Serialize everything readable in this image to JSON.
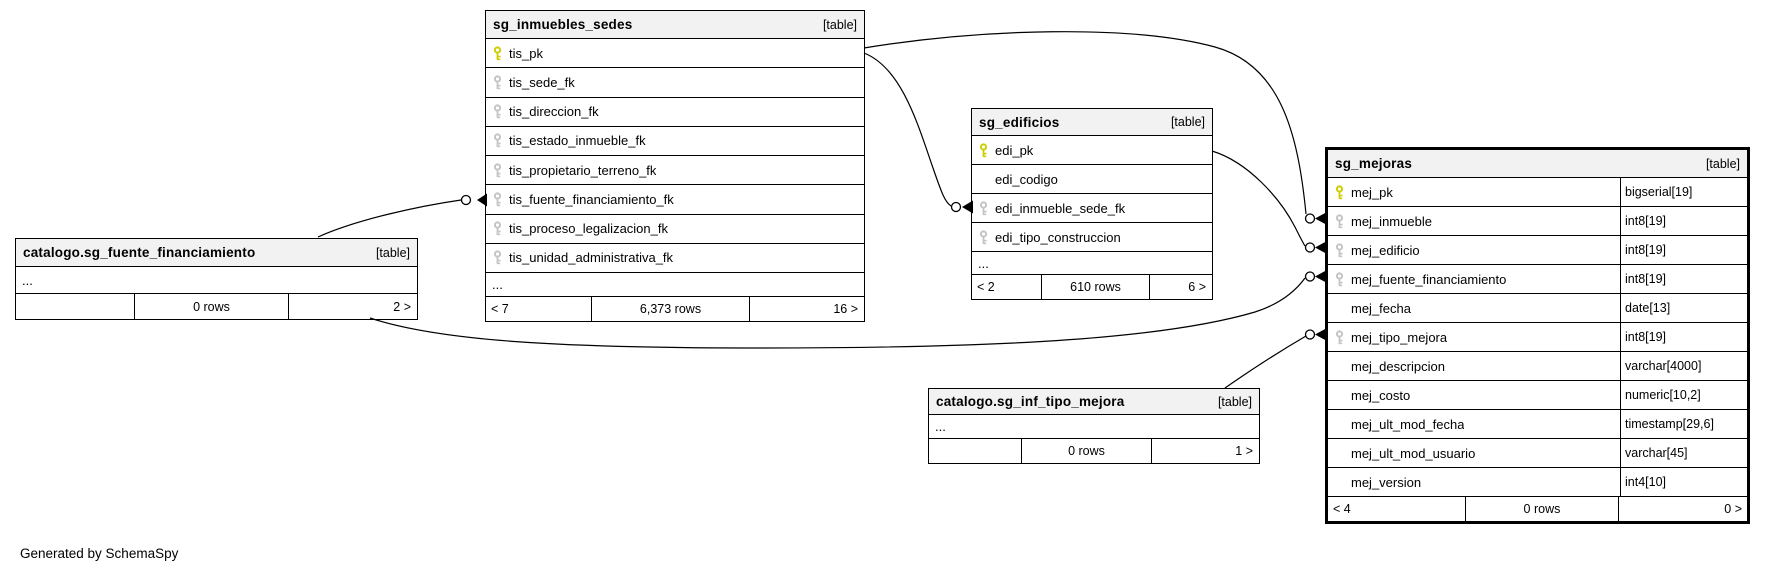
{
  "diagram": {
    "generator_note": "Generated by SchemaSpy"
  },
  "colors": {
    "pk_key": "#cdcd00",
    "fk_key": "#c4c4c4",
    "header_bg": "#f2f2f2",
    "line": "#000000"
  },
  "tables": [
    {
      "id": "sg_inmuebles_sedes",
      "title": "sg_inmuebles_sedes",
      "badge": "[table]",
      "columns": [
        {
          "name": "tis_pk",
          "key": "pk"
        },
        {
          "name": "tis_sede_fk",
          "key": "fk"
        },
        {
          "name": "tis_direccion_fk",
          "key": "fk"
        },
        {
          "name": "tis_estado_inmueble_fk",
          "key": "fk"
        },
        {
          "name": "tis_propietario_terreno_fk",
          "key": "fk"
        },
        {
          "name": "tis_fuente_financiamiento_fk",
          "key": "fk"
        },
        {
          "name": "tis_proceso_legalizacion_fk",
          "key": "fk"
        },
        {
          "name": "tis_unidad_administrativa_fk",
          "key": "fk"
        }
      ],
      "ellipsis": "...",
      "footer": {
        "left": "< 7",
        "center": "6,373 rows",
        "right": "16 >"
      }
    },
    {
      "id": "sg_edificios",
      "title": "sg_edificios",
      "badge": "[table]",
      "columns": [
        {
          "name": "edi_pk",
          "key": "pk"
        },
        {
          "name": "edi_codigo",
          "key": ""
        },
        {
          "name": "edi_inmueble_sede_fk",
          "key": "fk"
        },
        {
          "name": "edi_tipo_construccion",
          "key": "fk"
        }
      ],
      "ellipsis": "...",
      "footer": {
        "left": "< 2",
        "center": "610 rows",
        "right": "6 >"
      }
    },
    {
      "id": "sg_mejoras",
      "title": "sg_mejoras",
      "badge": "[table]",
      "columns": [
        {
          "name": "mej_pk",
          "key": "pk",
          "type": "bigserial[19]"
        },
        {
          "name": "mej_inmueble",
          "key": "fk",
          "type": "int8[19]"
        },
        {
          "name": "mej_edificio",
          "key": "fk",
          "type": "int8[19]"
        },
        {
          "name": "mej_fuente_financiamiento",
          "key": "fk",
          "type": "int8[19]"
        },
        {
          "name": "mej_fecha",
          "key": "",
          "type": "date[13]"
        },
        {
          "name": "mej_tipo_mejora",
          "key": "fk",
          "type": "int8[19]"
        },
        {
          "name": "mej_descripcion",
          "key": "",
          "type": "varchar[4000]"
        },
        {
          "name": "mej_costo",
          "key": "",
          "type": "numeric[10,2]"
        },
        {
          "name": "mej_ult_mod_fecha",
          "key": "",
          "type": "timestamp[29,6]"
        },
        {
          "name": "mej_ult_mod_usuario",
          "key": "",
          "type": "varchar[45]"
        },
        {
          "name": "mej_version",
          "key": "",
          "type": "int4[10]"
        }
      ],
      "footer": {
        "left": "< 4",
        "center": "0 rows",
        "right": "0 >"
      }
    },
    {
      "id": "catalogo.sg_fuente_financiamiento",
      "title": "catalogo.sg_fuente_financiamiento",
      "badge": "[table]",
      "columns": [],
      "ellipsis": "...",
      "footer": {
        "left": "",
        "center": "0 rows",
        "right": "2 >"
      }
    },
    {
      "id": "catalogo.sg_inf_tipo_mejora",
      "title": "catalogo.sg_inf_tipo_mejora",
      "badge": "[table]",
      "columns": [],
      "ellipsis": "...",
      "footer": {
        "left": "",
        "center": "0 rows",
        "right": "1 >"
      }
    }
  ],
  "relationships": [
    {
      "from": "sg_inmuebles_sedes.tis_pk",
      "to": "sg_edificios.edi_inmueble_sede_fk"
    },
    {
      "from": "sg_inmuebles_sedes.tis_pk",
      "to": "sg_mejoras.mej_inmueble"
    },
    {
      "from": "sg_edificios.edi_pk",
      "to": "sg_mejoras.mej_edificio"
    },
    {
      "from": "catalogo.sg_fuente_financiamiento",
      "to": "sg_inmuebles_sedes.tis_fuente_financiamiento_fk"
    },
    {
      "from": "catalogo.sg_fuente_financiamiento",
      "to": "sg_mejoras.mej_fuente_financiamiento"
    },
    {
      "from": "catalogo.sg_inf_tipo_mejora",
      "to": "sg_mejoras.mej_tipo_mejora"
    }
  ]
}
